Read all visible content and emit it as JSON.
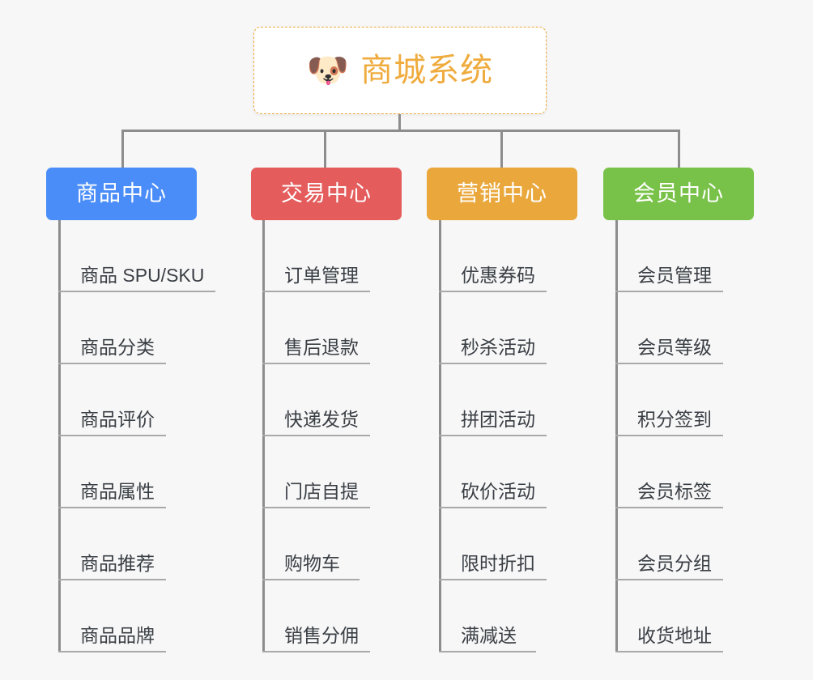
{
  "diagram": {
    "type": "org-chart",
    "title": "商城系统",
    "background_color": "#f7f7f7",
    "connector_color": "#8d8d8d",
    "root": {
      "label": "商城系统",
      "icon": "shiba-dog-emoji",
      "emoji": "🐶",
      "border_color": "#eeab3c",
      "text_color": "#efab3d",
      "background_color": "#ffffff"
    },
    "columns": [
      {
        "label": "商品中心",
        "color": "#4b8df8",
        "items": [
          "商品 SPU/SKU",
          "商品分类",
          "商品评价",
          "商品属性",
          "商品推荐",
          "商品品牌"
        ]
      },
      {
        "label": "交易中心",
        "color": "#e45c5c",
        "items": [
          "订单管理",
          "售后退款",
          "快递发货",
          "门店自提",
          "购物车",
          "销售分佣"
        ]
      },
      {
        "label": "营销中心",
        "color": "#eaa83c",
        "items": [
          "优惠券码",
          "秒杀活动",
          "拼团活动",
          "砍价活动",
          "限时折扣",
          "满减送"
        ]
      },
      {
        "label": "会员中心",
        "color": "#79c24a",
        "items": [
          "会员管理",
          "会员等级",
          "积分签到",
          "会员标签",
          "会员分组",
          "收货地址"
        ]
      }
    ]
  }
}
